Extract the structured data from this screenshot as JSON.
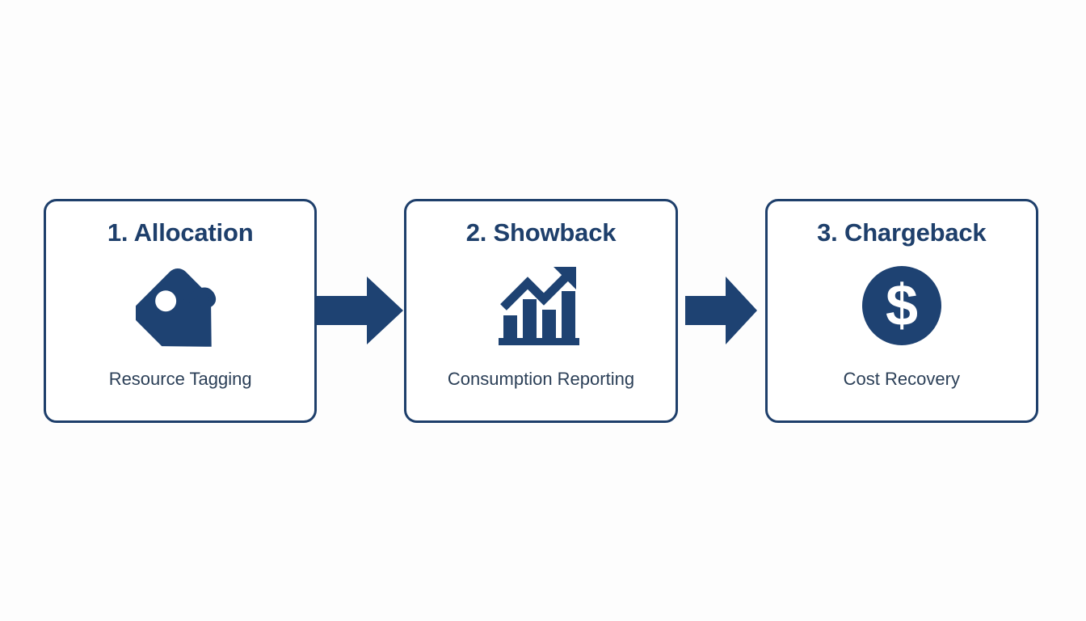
{
  "diagram": {
    "type": "process-flow",
    "orientation": "horizontal",
    "background_color": "#fdfdfd",
    "accent_color": "#1e3f6b",
    "card_border_color": "#1e3f6b",
    "title_color": "#1e3f6b",
    "subtitle_color": "#2b3f57",
    "arrow_color": "#1e4272",
    "steps": [
      {
        "title": "1. Allocation",
        "subtitle": "Resource Tagging",
        "icon": "price-tag-icon"
      },
      {
        "title": "2. Showback",
        "subtitle": "Consumption Reporting",
        "icon": "bar-chart-growth-icon"
      },
      {
        "title": "3. Chargeback",
        "subtitle": "Cost Recovery",
        "icon": "dollar-circle-icon"
      }
    ],
    "connectors": [
      {
        "icon": "arrow-right-icon",
        "from": "1. Allocation",
        "to": "2. Showback"
      },
      {
        "icon": "arrow-right-icon",
        "from": "2. Showback",
        "to": "3. Chargeback"
      }
    ]
  }
}
